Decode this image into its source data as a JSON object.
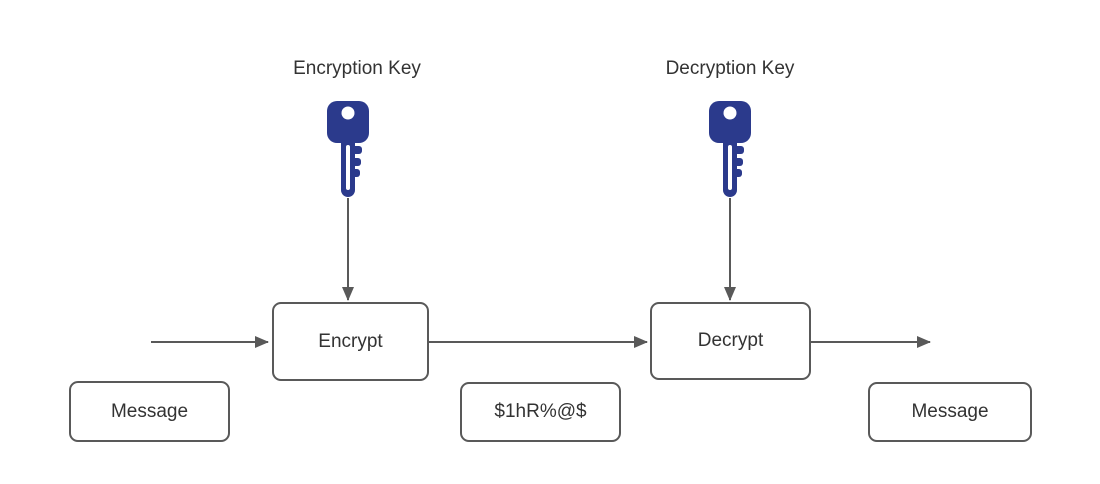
{
  "diagram": {
    "labels": {
      "encryption_key": "Encryption Key",
      "decryption_key": "Decryption Key"
    },
    "nodes": {
      "encrypt": "Encrypt",
      "decrypt": "Decrypt",
      "message_in": "Message",
      "ciphertext": "$1hR%@$",
      "message_out": "Message"
    },
    "icons": {
      "encryption_key": "key-icon",
      "decryption_key": "key-icon"
    },
    "colors": {
      "key_fill": "#2b3a8c",
      "key_hole": "#ffffff",
      "stroke": "#595959",
      "text": "#333333",
      "box_fill": "#ffffff",
      "background": "#ffffff"
    }
  }
}
